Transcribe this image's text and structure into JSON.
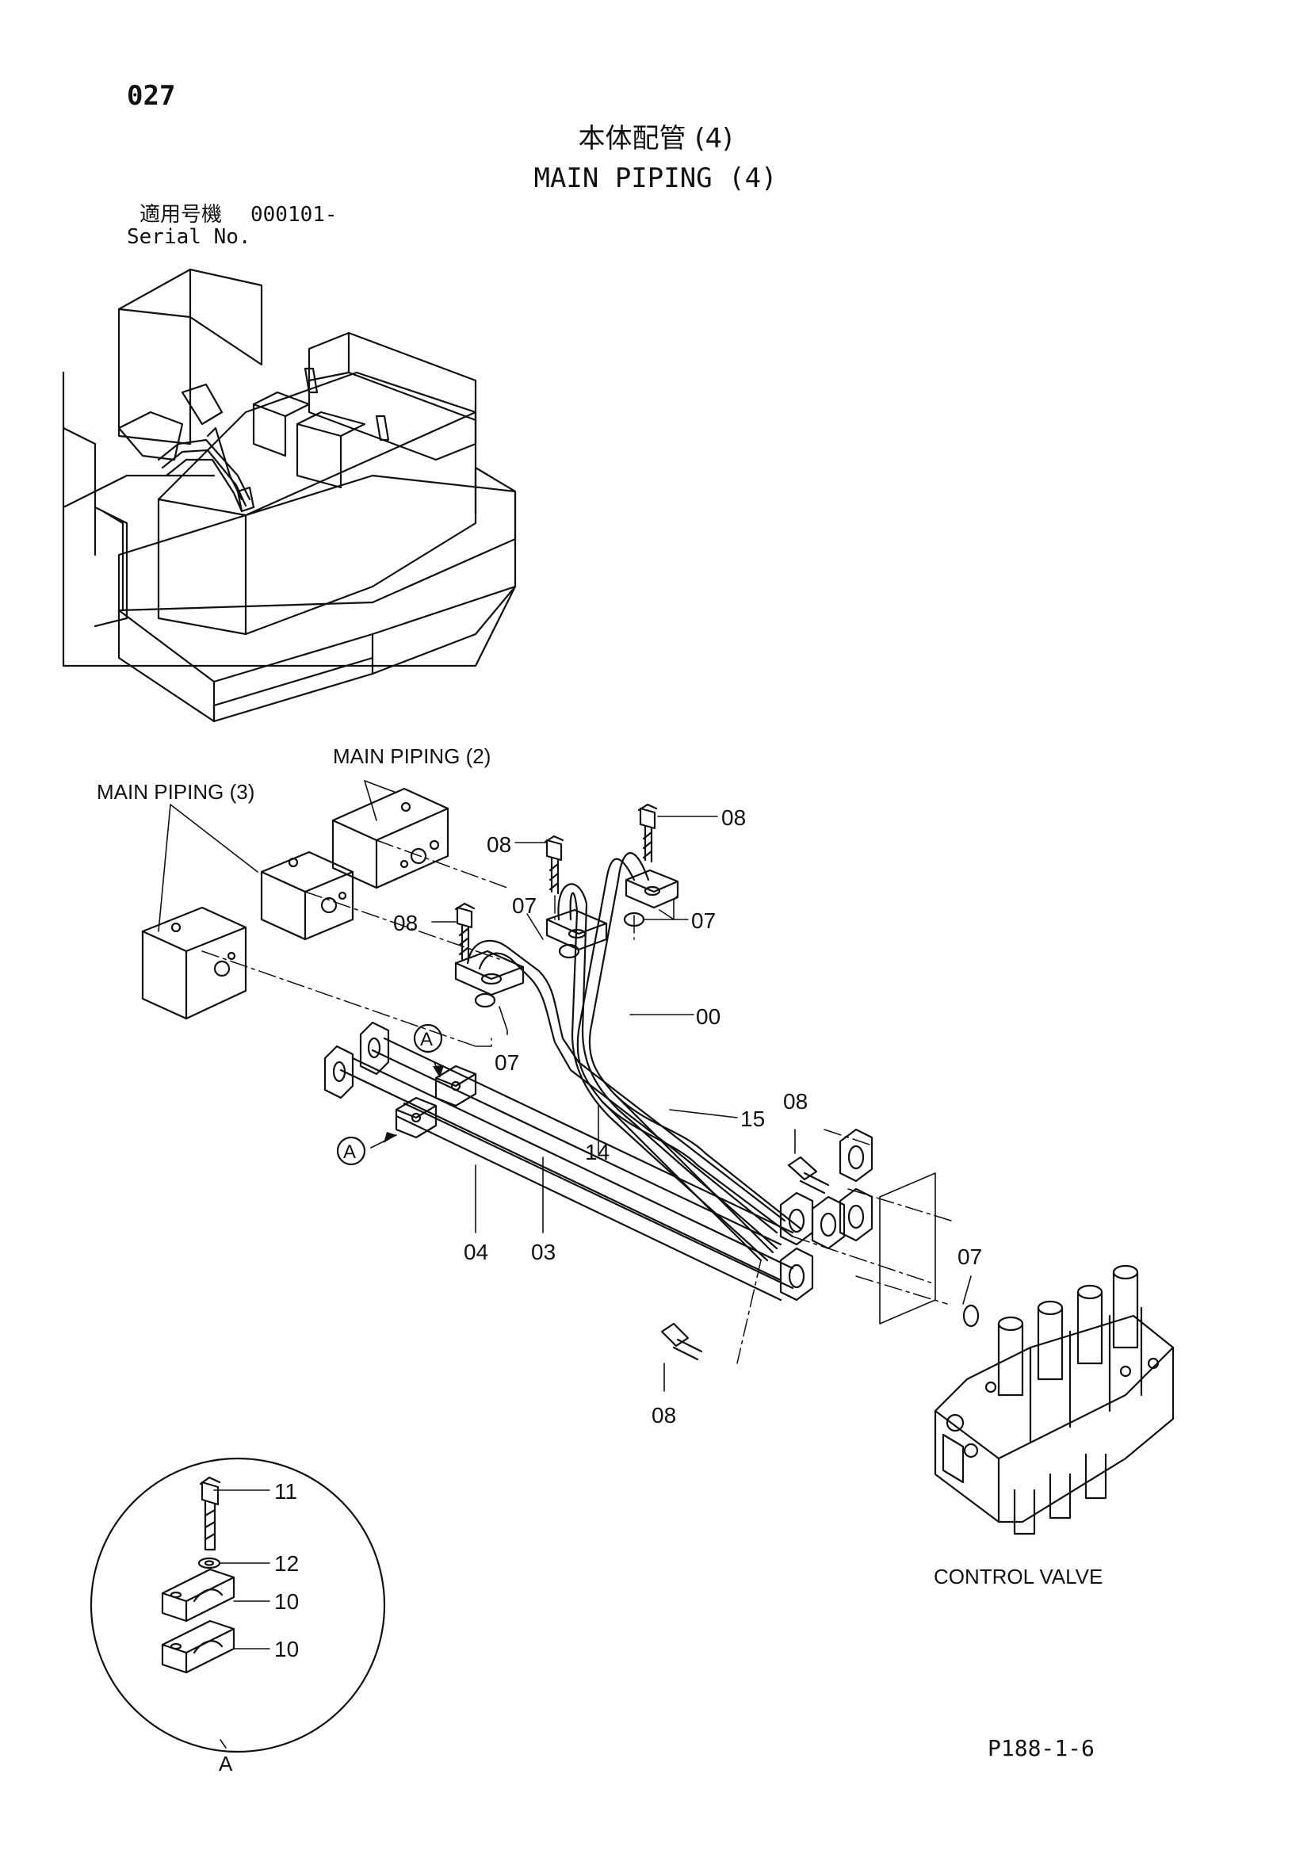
{
  "header": {
    "page_number": "027",
    "title_jp": "本体配管 (4)",
    "title_en": "MAIN PIPING (4)",
    "serial_label_jp": "適用号機",
    "serial_number": "000101-",
    "serial_label_en": "Serial No."
  },
  "callouts": {
    "main_piping_2": "MAIN PIPING (2)",
    "main_piping_3": "MAIN PIPING (3)",
    "control_valve": "CONTROL VALVE",
    "view_a": "A"
  },
  "part_labels": {
    "p00": "00",
    "p03": "03",
    "p04": "04",
    "p07": "07",
    "p08": "08",
    "p10": "10",
    "p11": "11",
    "p12": "12",
    "p14": "14",
    "p15": "15"
  },
  "footer": {
    "code": "P188-1-6"
  }
}
